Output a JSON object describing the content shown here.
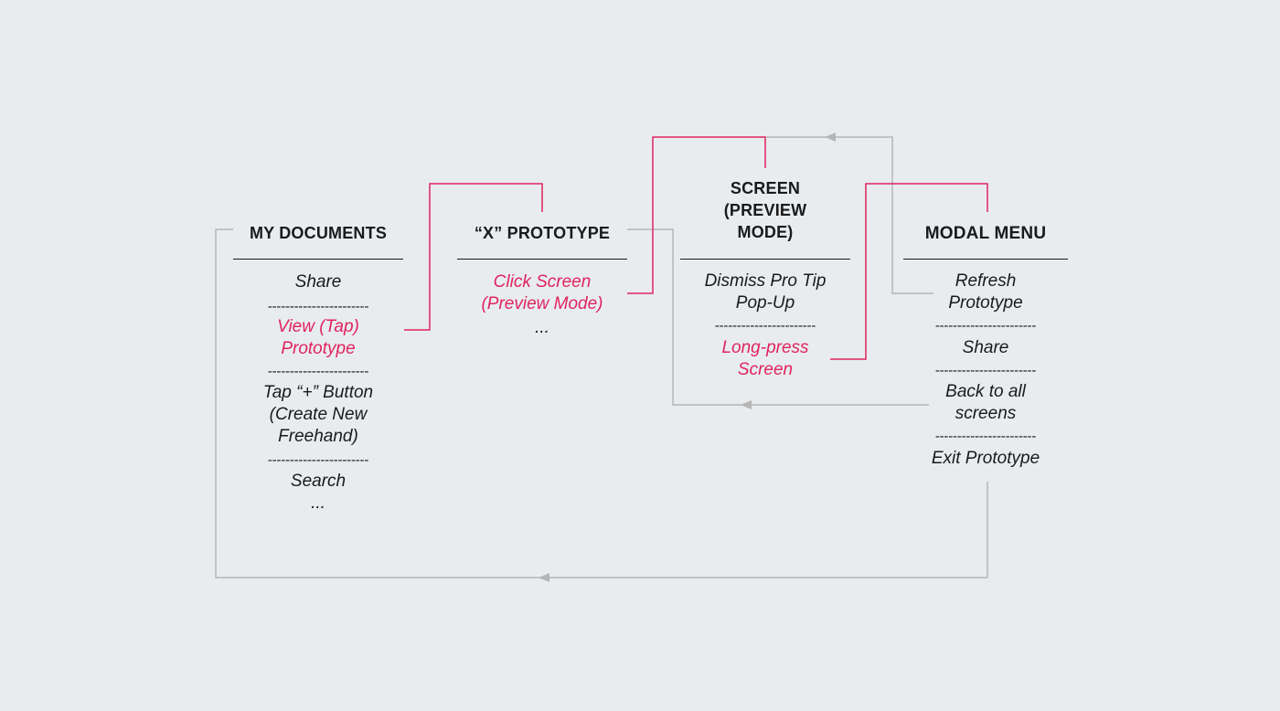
{
  "colors": {
    "background": "#e8ecef",
    "highlight": "#e0245e",
    "connector": "#b5b5b5",
    "text": "#1a1a1a"
  },
  "separator": "-----------------------",
  "columns": [
    {
      "title": "MY DOCUMENTS",
      "items": [
        {
          "label": "Share",
          "highlighted": false
        },
        {
          "label": "View (Tap)\nPrototype",
          "highlighted": true
        },
        {
          "label": "Tap “+” Button\n(Create New\nFreehand)",
          "highlighted": false
        },
        {
          "label": "Search",
          "highlighted": false
        },
        {
          "label": "...",
          "highlighted": false
        }
      ]
    },
    {
      "title": "“X” PROTOTYPE",
      "items": [
        {
          "label": "Click Screen\n(Preview Mode)",
          "highlighted": true
        },
        {
          "label": "...",
          "highlighted": false
        }
      ]
    },
    {
      "title": "SCREEN\n(PREVIEW\nMODE)",
      "items": [
        {
          "label": "Dismiss Pro Tip\nPop-Up",
          "highlighted": false
        },
        {
          "label": "Long-press\nScreen",
          "highlighted": true
        }
      ]
    },
    {
      "title": "MODAL MENU",
      "items": [
        {
          "label": "Refresh\nPrototype",
          "highlighted": false
        },
        {
          "label": "Share",
          "highlighted": false
        },
        {
          "label": "Back to all\nscreens",
          "highlighted": false
        },
        {
          "label": "Exit Prototype",
          "highlighted": false
        }
      ]
    }
  ]
}
